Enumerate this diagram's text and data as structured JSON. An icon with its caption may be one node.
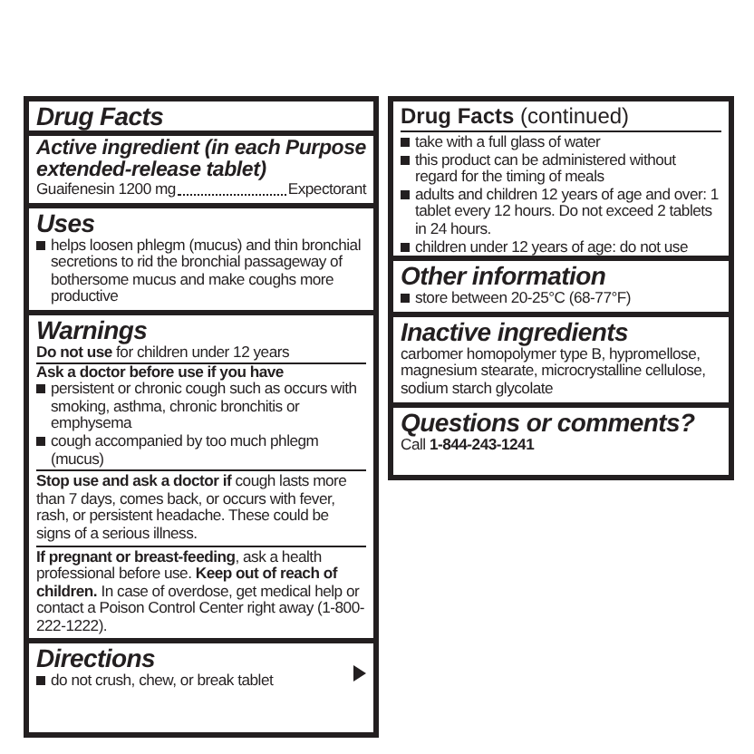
{
  "diagram": {
    "nodes": [
      {
        "text": [
          "Drug Facts"
        ]
      },
      {
        "text": [
          "Active ingredient (in each extended-release tablet)",
          "Purpose",
          "Guaifenesin 1200 mg",
          "Expectorant"
        ],
        "in": 0
      },
      {
        "text": [
          "Uses",
          "helps loosen phlegm (mucus) and thin bronchial secretions to rid the bronchial passageway of bothersome mucus and make coughs more productive"
        ],
        "in": 0
      },
      {
        "text": [
          "Warnings",
          "**Do not use** for children under 12 years",
          "Ask a doctor before use if you have",
          "persistent or chronic cough such as occurs with smoking, asthma, chronic bronchitis or emphysema",
          "cough accompanied by too much phlegm (mucus)",
          "**Stop use and ask a doctor if** cough lasts more than 7 days, comes back, or occurs with fever, rash, or persistent headache. These could be signs of a serious illness.",
          "**If pregnant or breast-feeding**, ask a health professional before use. **Keep out of reach of children.** In case of overdose, get medical help or contact a Poison Control Center right away (1-800-222-1222)."
        ],
        "in": 0
      },
      {
        "text": [
          "Directions",
          "do not crush, chew, or break tablet"
        ],
        "in": 0
      },
      {
        "text": [
          "**Drug Facts** (continued)",
          "take with a full glass of water",
          "this product can be administered without regard for the timing of meals",
          "adults and children 12 years of age and over: 1 tablet every 12 hours. Do not exceed 2 tablets in 24 hours.",
          "children under 12 years of age: do not use"
        ]
      },
      {
        "text": [
          "Other information",
          "store between 20-25°C (68-77°F)"
        ],
        "in": 5
      },
      {
        "text": [
          "Inactive ingredients",
          "carbomer homopolymer type B, hypromellose, magnesium stearate, microcrystalline cellulose, sodium starch glycolate"
        ],
        "in": 5
      },
      {
        "text": [
          "Questions or comments?",
          "Call **1-844-243-1241**"
        ],
        "in": 5
      }
    ]
  }
}
